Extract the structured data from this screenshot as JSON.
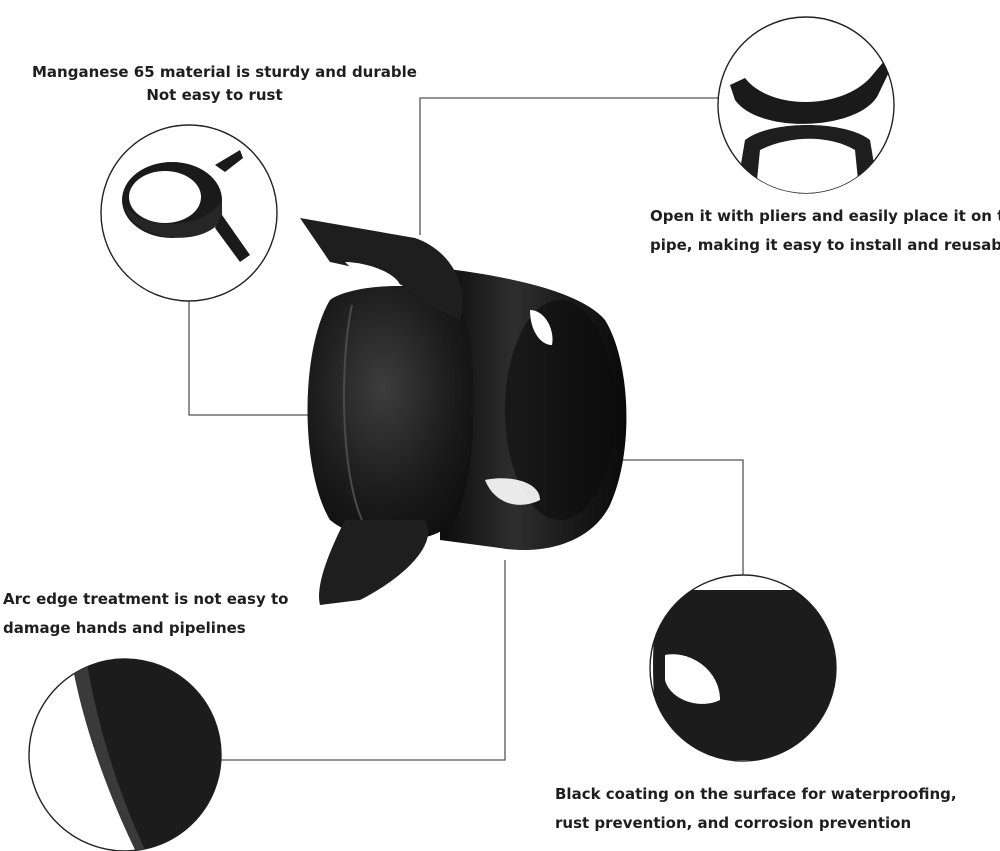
{
  "captions": {
    "top_left": {
      "line1": "Manganese 65 material is sturdy and durable",
      "line2": "Not easy to rust"
    },
    "top_right": {
      "line1": "Open it with pliers and easily place it on the",
      "line2": "pipe, making it easy to install and reusable"
    },
    "bottom_left": {
      "line1": "Arc edge treatment is not easy to",
      "line2": "damage hands and pipelines"
    },
    "bottom_right": {
      "line1": "Black coating on the surface for waterproofing,",
      "line2": "rust prevention, and corrosion prevention"
    }
  },
  "colors": {
    "background": "#ffffff",
    "metal": "#1a1a1a",
    "metal_highlight": "#3a3a3a",
    "callout_line": "#555555",
    "circle_border": "#222222"
  },
  "icons": {
    "center_product": "spring-hose-clamp",
    "detail_top_left": "clamp-ring-closeup",
    "detail_top_right": "clamp-tabs-closeup",
    "detail_bottom_left": "arc-edge-closeup",
    "detail_bottom_right": "black-coating-closeup"
  }
}
